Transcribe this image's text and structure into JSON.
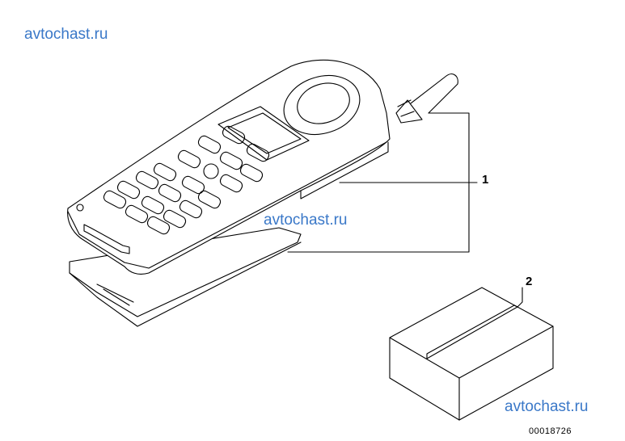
{
  "watermarks": {
    "top_left": "avtochast.ru",
    "center": "avtochast.ru",
    "bottom_right": "avtochast.ru"
  },
  "callouts": {
    "one": "1",
    "two": "2"
  },
  "diagram_number": "00018726",
  "colors": {
    "watermark": "#3a78c8",
    "line": "#000000",
    "background": "#ffffff"
  },
  "parts": [
    {
      "callout": "1",
      "icon": "handset-assembly-icon"
    },
    {
      "callout": "2",
      "icon": "box-icon"
    }
  ]
}
